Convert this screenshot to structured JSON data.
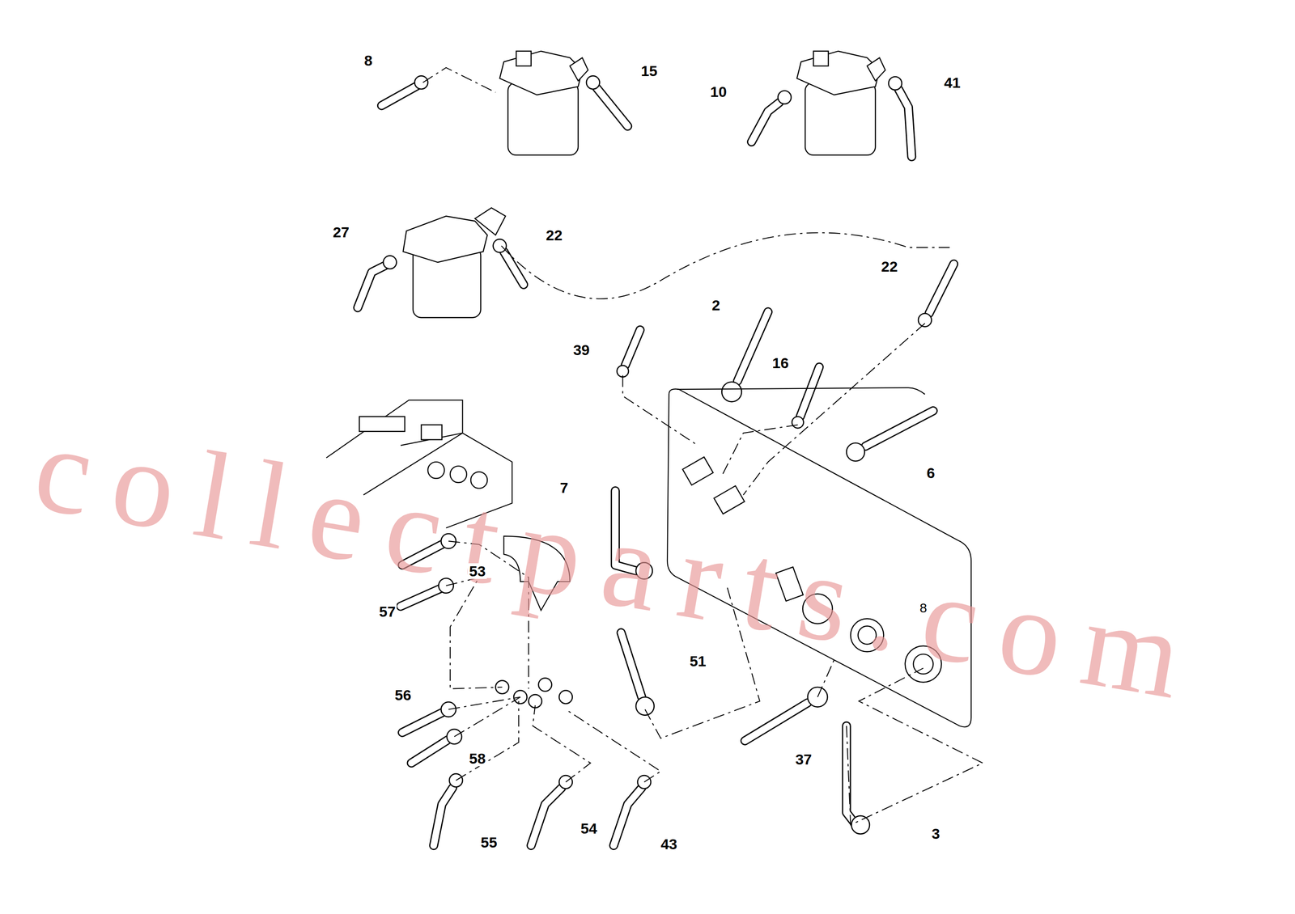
{
  "diagram": {
    "labels": [
      "8",
      "15",
      "10",
      "41",
      "27",
      "22",
      "22",
      "2",
      "39",
      "16",
      "6",
      "7",
      "53",
      "57",
      "8",
      "51",
      "56",
      "58",
      "37",
      "55",
      "54",
      "43",
      "3",
      "collectparts.com"
    ]
  }
}
